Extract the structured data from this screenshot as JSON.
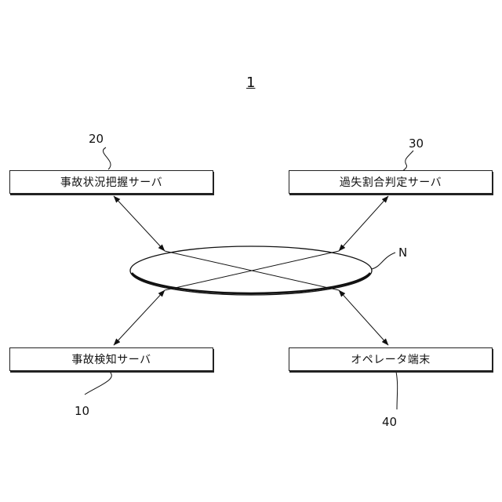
{
  "figure": {
    "number": "1"
  },
  "nodes": {
    "accident_status_server": {
      "label": "事故状況把握サーバ",
      "ref": "20"
    },
    "fault_ratio_server": {
      "label": "過失割合判定サーバ",
      "ref": "30"
    },
    "accident_detection_server": {
      "label": "事故検知サーバ",
      "ref": "10"
    },
    "operator_terminal": {
      "label": "オペレータ端末",
      "ref": "40"
    }
  },
  "network": {
    "label": "N"
  }
}
